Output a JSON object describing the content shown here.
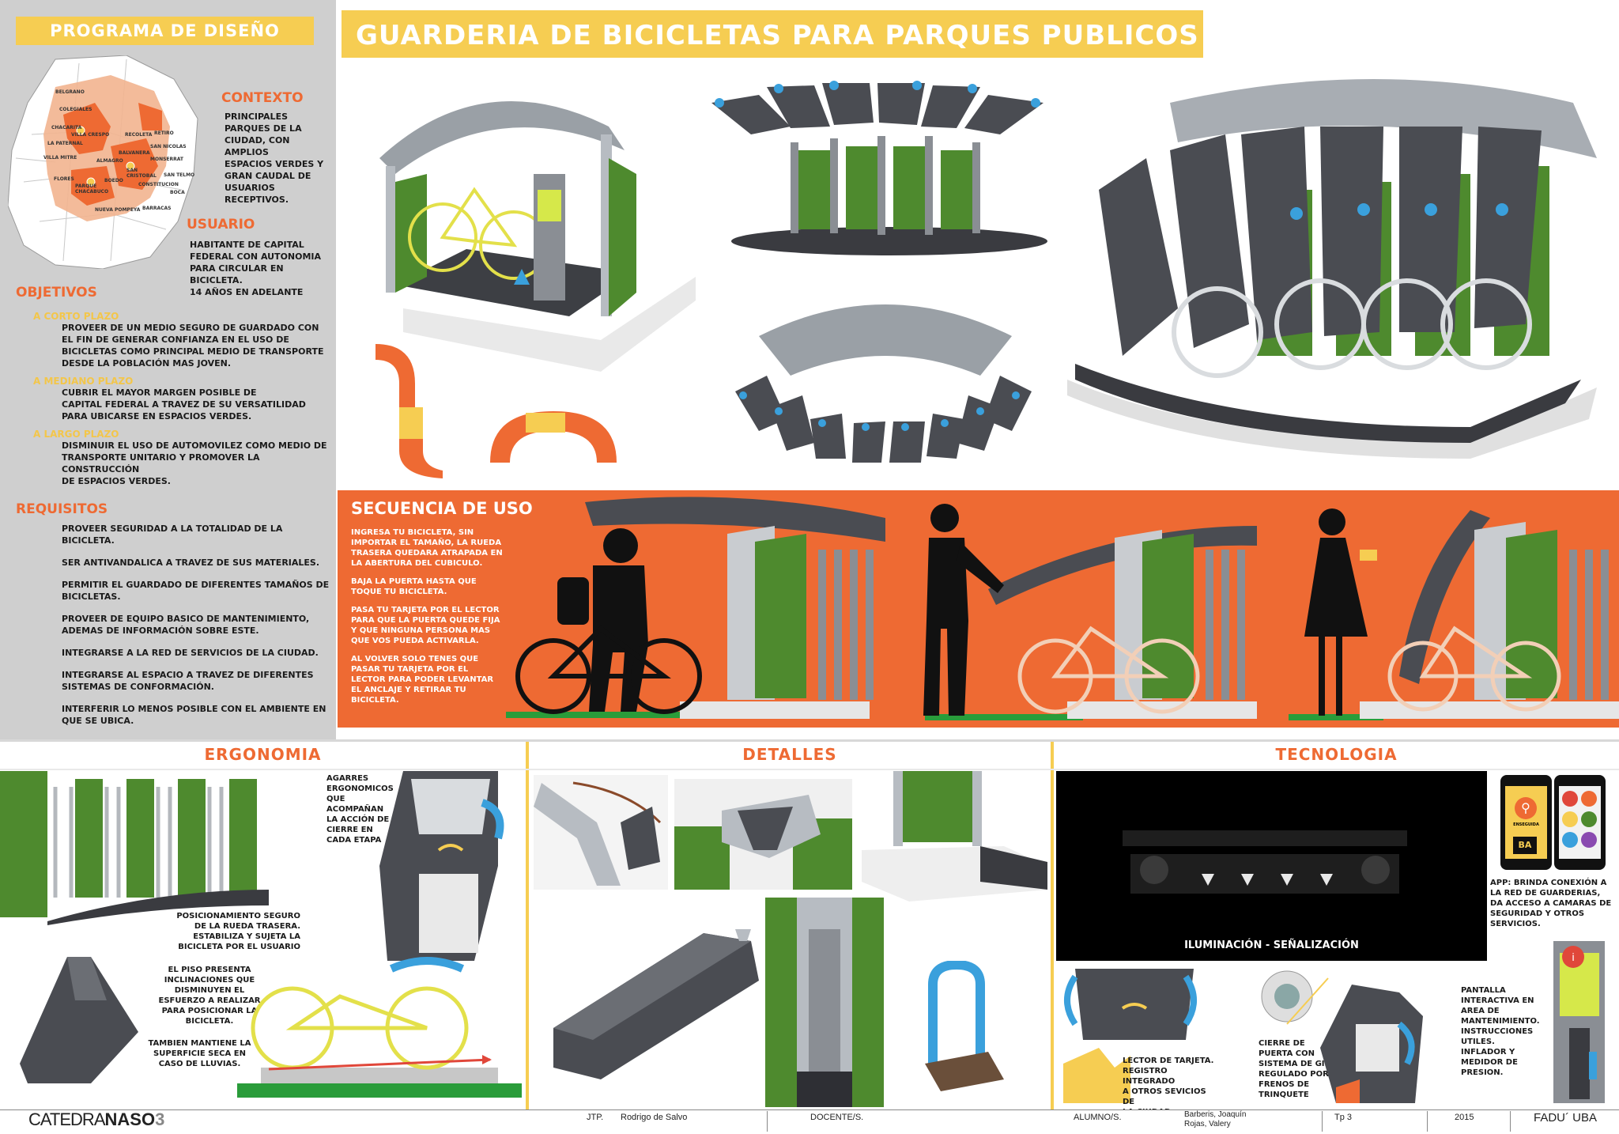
{
  "header": {
    "programa_title": "PROGRAMA DE DISEÑO",
    "main_title": "GUARDERIA DE BICICLETAS PARA PARQUES PUBLICOS"
  },
  "map": {
    "labels": [
      "BELGRANO",
      "COLEGIALES",
      "CHACARITA",
      "VILLA CRESPO",
      "LA PATERNAL",
      "VILLA MITRE",
      "FLORES",
      "PARQUE CHACABUCO",
      "BOEDO",
      "NUEVA POMPEYA",
      "ALMAGRO",
      "BALVANERA",
      "RECOLETA",
      "RETIRO",
      "SAN NICOLAS",
      "MONSERRAT",
      "SAN CRISTOBAL",
      "SAN TELMO",
      "CONSTITUCION",
      "BOCA",
      "BARRACAS"
    ]
  },
  "contexto": {
    "title": "CONTEXTO",
    "text": [
      "PRINCIPALES",
      "PARQUES DE LA",
      "CIUDAD, CON AMPLIOS",
      "ESPACIOS VERDES Y",
      "GRAN CAUDAL DE",
      "USUARIOS",
      "RECEPTIVOS."
    ]
  },
  "usuario": {
    "title": "USUARIO",
    "text": [
      "HABITANTE DE CAPITAL",
      "FEDERAL CON AUTONOMIA",
      "PARA CIRCULAR EN BICICLETA.",
      "14 AÑOS EN ADELANTE"
    ]
  },
  "objetivos": {
    "title": "OBJETIVOS",
    "items": [
      {
        "term": "A CORTO PLAZO",
        "lines": [
          "PROVEER DE UN MEDIO SEGURO DE GUARDADO CON",
          "EL FIN DE GENERAR CONFIANZA EN EL USO DE",
          "BICICLETAS COMO PRINCIPAL MEDIO DE TRANSPORTE",
          "DESDE LA POBLACIÓN MAS JOVEN."
        ]
      },
      {
        "term": "A MEDIANO PLAZO",
        "lines": [
          "CUBRIR EL MAYOR MARGEN POSIBLE DE",
          "CAPITAL FEDERAL A TRAVEZ DE SU VERSATILIDAD",
          "PARA UBICARSE EN ESPACIOS VERDES."
        ]
      },
      {
        "term": "A LARGO PLAZO",
        "lines": [
          "DISMINUIR EL USO DE AUTOMOVILEZ COMO MEDIO DE",
          "TRANSPORTE UNITARIO Y PROMOVER LA CONSTRUCCIÓN",
          "DE ESPACIOS VERDES."
        ]
      }
    ]
  },
  "requisitos": {
    "title": "REQUISITOS",
    "items": [
      [
        "PROVEER SEGURIDAD A LA TOTALIDAD DE LA BICICLETA."
      ],
      [
        "SER  ANTIVANDALICA A TRAVEZ DE SUS MATERIALES."
      ],
      [
        "PERMITIR EL GUARDADO DE DIFERENTES TAMAÑOS DE",
        "BICICLETAS."
      ],
      [
        "PROVEER DE EQUIPO BASICO DE MANTENIMIENTO,",
        "ADEMAS DE INFORMACIÓN SOBRE ESTE."
      ],
      [
        "INTEGRARSE A LA RED DE SERVICIOS DE LA CIUDAD."
      ],
      [
        "INTEGRARSE AL ESPACIO A TRAVEZ DE DIFERENTES",
        "SISTEMAS DE CONFORMACIÓN."
      ],
      [
        "INTERFERIR LO MENOS POSIBLE CON EL AMBIENTE EN",
        "QUE SE UBICA."
      ]
    ]
  },
  "secuencia": {
    "title": "SECUENCIA DE USO",
    "steps": [
      [
        "INGRESA TU BICICLETA, SIN",
        "IMPORTAR EL TAMAÑO, LA RUEDA",
        "TRASERA QUEDARA ATRAPADA EN",
        "LA ABERTURA DEL CUBICULO."
      ],
      [
        "BAJA LA PUERTA HASTA QUE",
        "TOQUE TU BICICLETA."
      ],
      [
        "PASA TU TARJETA POR EL LECTOR",
        "PARA QUE LA PUERTA QUEDE FIJA",
        "Y QUE NINGUNA PERSONA MAS",
        "QUE VOS PUEDA ACTIVARLA."
      ],
      [
        "AL VOLVER SOLO TENES QUE",
        "PASAR TU TARJETA POR EL",
        "LECTOR PARA PODER LEVANTAR",
        "EL ANCLAJE Y RETIRAR TU",
        "BICICLETA."
      ]
    ]
  },
  "ergonomia": {
    "title": "ERGONOMIA",
    "agarres": [
      "AGARRES",
      "ERGONOMICOS",
      "QUE",
      "ACOMPAÑAN",
      "LA ACCIÓN DE",
      "CIERRE EN",
      "CADA ETAPA"
    ],
    "posicionamiento": [
      "POSICIONAMIENTO SEGURO",
      "DE LA RUEDA TRASERA.",
      "ESTABILIZA Y SUJETA LA",
      "BICICLETA POR EL USUARIO"
    ],
    "piso": [
      "EL PISO PRESENTA",
      "INCLINACIONES QUE",
      "DISMINUYEN EL",
      "ESFUERZO A REALIZAR",
      "PARA POSICIONAR LA",
      "BICICLETA."
    ],
    "lluvias": [
      "TAMBIEN MANTIENE LA",
      "SUPERFICIE SECA EN",
      "CASO DE LLUVIAS."
    ]
  },
  "detalles": {
    "title": "DETALLES"
  },
  "tecnologia": {
    "title": "TECNOLOGIA",
    "iluminacion": "ILUMINACIÓN - SEÑALIZACIÓN",
    "app": [
      "APP: BRINDA CONEXIÓN A",
      "LA RED DE GUARDERIAS,",
      "DA ACCESO A CAMARAS DE",
      "SEGURIDAD Y OTROS",
      "SERVICIOS."
    ],
    "lector": [
      "LECTOR DE TARJETA.",
      "REGISTRO INTEGRADO",
      "A OTROS SEVICIOS DE",
      "LA CIUDAD."
    ],
    "cierre": [
      "CIERRE DE",
      "PUERTA CON",
      "SISTEMA DE GIRO",
      "REGULADO POR",
      "FRENOS DE",
      "TRINQUETE"
    ],
    "pantalla": [
      "PANTALLA",
      "INTERACTIVA EN",
      "AREA DE",
      "MANTENIMIENTO.",
      "INSTRUCCIONES",
      "UTILES.",
      "INFLADOR Y",
      "MEDIDOR DE",
      "PRESION."
    ],
    "app_tile_label": "ENSEGUIDA",
    "ba_logo": "BA"
  },
  "footer": {
    "catedra_a": "CATEDRA",
    "catedra_b": "NASO",
    "catedra_num": "3",
    "jtp_label": "JTP.",
    "jtp_value": "Rodrigo de Salvo",
    "docente_label": "DOCENTE/S.",
    "alumno_label": "ALUMNO/S.",
    "alumno_line1": "Barberis, Joaquín",
    "alumno_line2": "Rojas, Valery",
    "tp": "Tp 3",
    "year": "2015",
    "fadu": "FADU´ UBA"
  },
  "colors": {
    "orange": "#ee6a33",
    "yellow": "#f6cd52",
    "grey_panel": "#cfcfcf",
    "green_panel": "#4e8a2e",
    "dark_product": "#4a4c52",
    "blue_accent": "#3aa0dc"
  }
}
